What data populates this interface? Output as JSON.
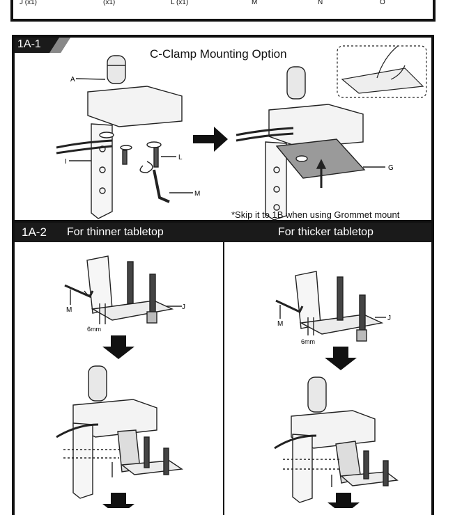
{
  "top_strip": {
    "labels": [
      "J (x1)",
      "(x1)",
      "L (x1)",
      "M",
      "N",
      "O"
    ]
  },
  "section_1a1": {
    "tag": "1A-1",
    "title": "C-Clamp Mounting Option",
    "note": "*Skip it to 1B when using Grommet mount",
    "part_labels": {
      "a": "A",
      "i": "I",
      "l": "L",
      "m": "M",
      "g": "G"
    }
  },
  "section_1a2": {
    "tag": "1A-2",
    "thinner_title": "For thinner tabletop",
    "thicker_title": "For thicker tabletop",
    "labels": {
      "m": "M",
      "j": "J",
      "gap": "6mm"
    }
  }
}
